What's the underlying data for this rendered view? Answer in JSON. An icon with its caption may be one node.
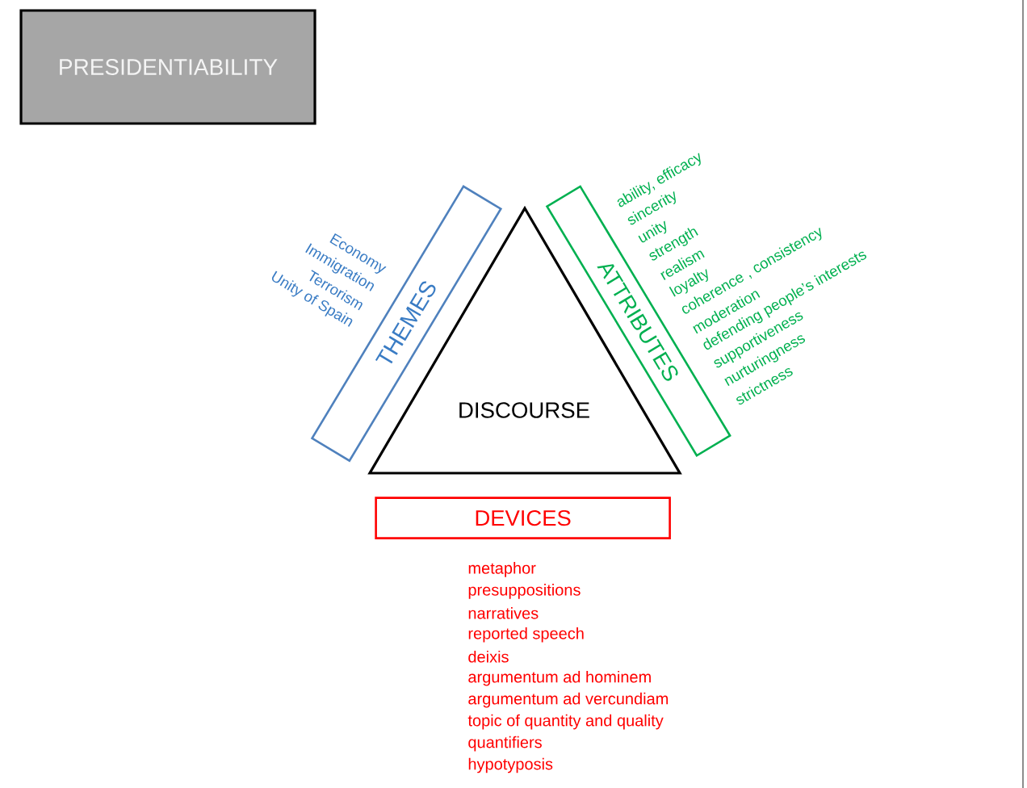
{
  "diagram": {
    "nodes": [
      {
        "text": [
          "PRESIDENTIABILITY"
        ]
      },
      {
        "text": [
          "DISCOURSE"
        ]
      },
      {
        "text": [
          "THEMES"
        ],
        "beside": [
          "Economy",
          "Immigration",
          "Terrorism",
          "Unity of Spain"
        ]
      },
      {
        "text": [
          "ATTRIBUTES"
        ],
        "beside": [
          "ability, efficacy",
          "sincerity",
          "unity",
          "strength",
          "realism",
          "loyalty",
          "coherence , consistency",
          "moderation",
          "defending people’s interests",
          "supportiveness",
          "nurturingness",
          "strictness"
        ]
      },
      {
        "text": [
          "DEVICES"
        ],
        "beside": [
          "metaphor",
          "presuppositions",
          "narratives",
          "reported speech",
          "deixis",
          "argumentum ad hominem",
          "argumentum ad vercundiam",
          "topic of quantity and quality",
          "quantifiers",
          "hypotyposis"
        ]
      }
    ]
  }
}
